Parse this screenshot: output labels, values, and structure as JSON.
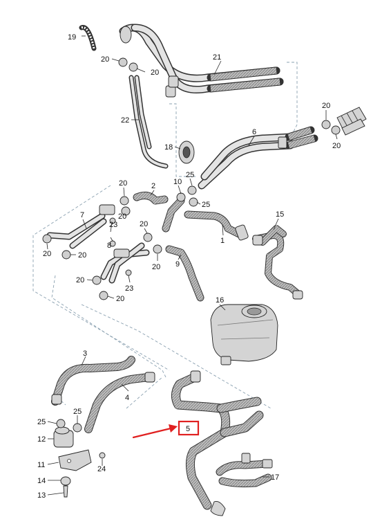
{
  "diagram": {
    "highlight_color": "#e02020",
    "highlighted_label": "5",
    "labels": {
      "p1": "1",
      "p2": "2",
      "p3": "3",
      "p4": "4",
      "p5": "5",
      "p6": "6",
      "p7": "7",
      "p8": "8",
      "p9": "9",
      "p10": "10",
      "p11": "11",
      "p12": "12",
      "p13": "13",
      "p14": "14",
      "p15": "15",
      "p16": "16",
      "p17": "17",
      "p18": "18",
      "p19": "19",
      "p20": "20",
      "p21": "21",
      "p22": "22",
      "p23": "23",
      "p24": "24",
      "p25": "25"
    }
  }
}
